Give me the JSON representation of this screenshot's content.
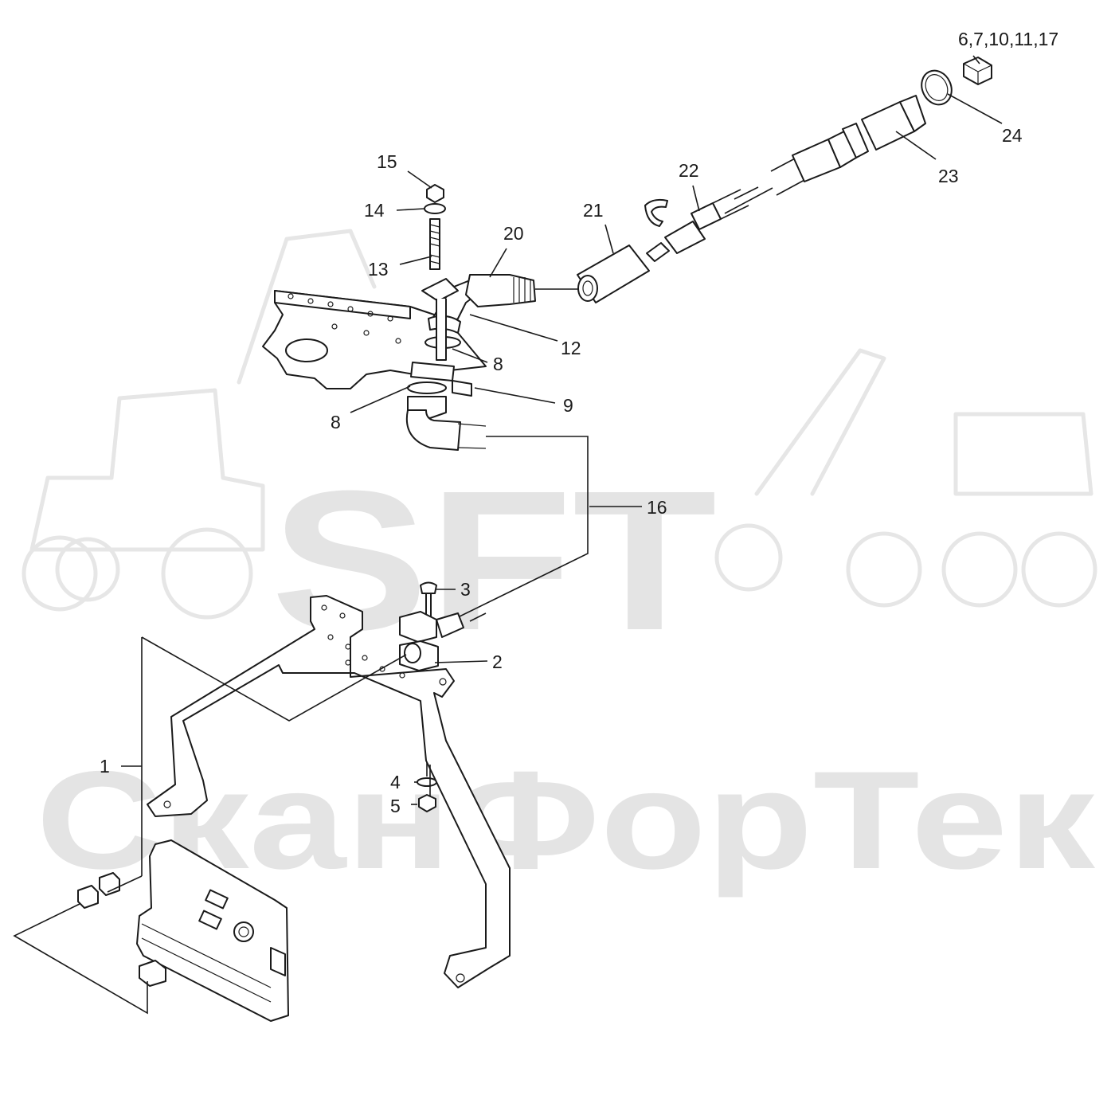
{
  "watermark": {
    "logo_text": "SFT",
    "brand_text": "СканФорТек"
  },
  "callouts": [
    {
      "id": "c1",
      "label": "1"
    },
    {
      "id": "c2",
      "label": "2"
    },
    {
      "id": "c3",
      "label": "3"
    },
    {
      "id": "c4",
      "label": "4"
    },
    {
      "id": "c5",
      "label": "5"
    },
    {
      "id": "c6",
      "label": "6,7,10,11,17"
    },
    {
      "id": "c8a",
      "label": "8"
    },
    {
      "id": "c8b",
      "label": "8"
    },
    {
      "id": "c9",
      "label": "9"
    },
    {
      "id": "c12",
      "label": "12"
    },
    {
      "id": "c13",
      "label": "13"
    },
    {
      "id": "c14",
      "label": "14"
    },
    {
      "id": "c15",
      "label": "15"
    },
    {
      "id": "c16",
      "label": "16"
    },
    {
      "id": "c20",
      "label": "20"
    },
    {
      "id": "c21",
      "label": "21"
    },
    {
      "id": "c22",
      "label": "22"
    },
    {
      "id": "c23",
      "label": "23"
    },
    {
      "id": "c24",
      "label": "24"
    }
  ],
  "colors": {
    "line": "#1a1a1a",
    "watermark": "#e4e4e4",
    "background": "#ffffff"
  }
}
